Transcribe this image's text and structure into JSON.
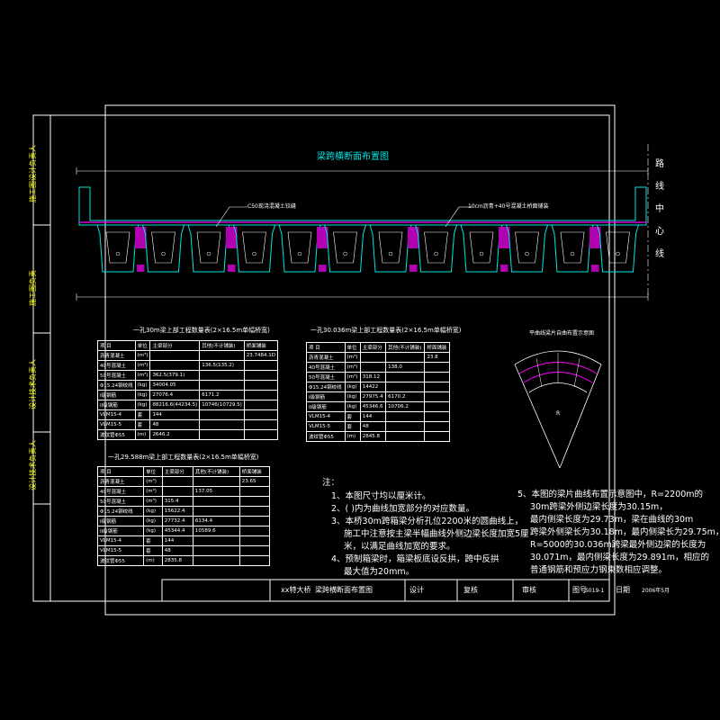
{
  "sheet": {
    "side_labels": [
      "施工图设计负责人",
      "施工图负责",
      "设计技术负责人",
      "设计技术负责人"
    ],
    "center_line_label": [
      "路",
      "线",
      "中",
      "心",
      "线"
    ]
  },
  "diagram": {
    "title": "梁跨横断面布置图",
    "callout_left": "C50现浇混凝土铰缝",
    "callout_right": "10cm沥青+40号混凝土桥面铺装",
    "curve_title": "平曲线梁片自曲布置示意图",
    "curve_radius_label": "R"
  },
  "tables": [
    {
      "title": "一孔30m梁上部工程数量表(2×16.5m单幅桥宽)",
      "header": [
        "项 目",
        "单位",
        "主梁部分",
        "其他(不计铺装)",
        "桥面铺装"
      ],
      "rows": [
        [
          "沥青混凝土",
          "(m³)",
          "",
          "",
          "23.7484.1D"
        ],
        [
          "40号混凝土",
          "(m³)",
          "",
          "136.5(135.2)",
          ""
        ],
        [
          "50号混凝土",
          "(m³)",
          "362.5(379.1)",
          "",
          ""
        ],
        [
          "Φ15.24钢绞线",
          "(kg)",
          "34004.05",
          "",
          ""
        ],
        [
          "I级钢筋",
          "(kg)",
          "27076.4",
          "6171.2",
          ""
        ],
        [
          "II级钢筋",
          "(kg)",
          "88216.6(44234.5)",
          "10746(10729.5)",
          ""
        ],
        [
          "VLM15-4",
          "套",
          "144",
          "",
          ""
        ],
        [
          "VLM15-5",
          "套",
          "48",
          "",
          ""
        ],
        [
          "波纹管Φ55",
          "(m)",
          "2646.2",
          "",
          ""
        ]
      ]
    },
    {
      "title": "一孔29.588m梁上部工程数量表(2×16.5m单幅桥宽)",
      "header": [
        "项 目",
        "单位",
        "主梁部分",
        "其他(不计铺装)",
        "桥面铺装"
      ],
      "rows": [
        [
          "沥青混凝土",
          "(m³)",
          "",
          "",
          "23.65"
        ],
        [
          "40号混凝土",
          "(m³)",
          "",
          "137.05",
          ""
        ],
        [
          "50号混凝土",
          "(m³)",
          "315.4",
          "",
          ""
        ],
        [
          "Φ15.24钢绞线",
          "(kg)",
          "15622.4",
          "",
          ""
        ],
        [
          "I级钢筋",
          "(kg)",
          "27732.4",
          "6134.4",
          ""
        ],
        [
          "II级钢筋",
          "(kg)",
          "45344.4",
          "10589.6",
          ""
        ],
        [
          "VLM15-4",
          "套",
          "144",
          "",
          ""
        ],
        [
          "VLM15-5",
          "套",
          "48",
          "",
          ""
        ],
        [
          "波纹管Φ55",
          "(m)",
          "2835.8",
          "",
          ""
        ]
      ]
    },
    {
      "title": "一孔30.036m梁上部工程数量表(2×16.5m单幅桥宽)",
      "header": [
        "项 目",
        "单位",
        "主梁部分",
        "其他(不计铺装)",
        "桥面铺装"
      ],
      "rows": [
        [
          "沥青混凝土",
          "(m³)",
          "",
          "",
          "23.8"
        ],
        [
          "40号混凝土",
          "(m³)",
          "",
          "138.0",
          ""
        ],
        [
          "50号混凝土",
          "(m³)",
          "318.12",
          "",
          ""
        ],
        [
          "Φ15.24钢绞线",
          "(kg)",
          "14422",
          "",
          ""
        ],
        [
          "I级钢筋",
          "(kg)",
          "27975.4",
          "6170.2",
          ""
        ],
        [
          "II级钢筋",
          "(kg)",
          "45346.6",
          "10706.2",
          ""
        ],
        [
          "VLM15-4",
          "套",
          "144",
          "",
          ""
        ],
        [
          "VLM15-5",
          "套",
          "48",
          "",
          ""
        ],
        [
          "波纹管Φ55",
          "(m)",
          "2845.8",
          "",
          ""
        ]
      ]
    }
  ],
  "notes": {
    "heading": "注：",
    "items": [
      "1、本图尺寸均以厘米计。",
      "2、( )内为曲线加宽部分的对应数量。",
      "3、本桥30m跨箱梁分析孔位2200米的圆曲线上，",
      "施工中注意按主梁半幅曲线外侧边梁长度加宽5厘",
      "米，以满足曲线加宽的要求。",
      "4、预制箱梁时，箱梁板底设反拱，跨中反拱",
      "最大值为20mm。"
    ],
    "items_right": [
      "5、本图的梁片曲线布置示意图中，R=2200m的",
      "30m跨梁外侧边梁长度为30.15m，",
      "最内侧梁长度为29.73m，梁在曲线的30m",
      "跨梁外侧梁长为30.18m，最内侧梁长为29.75m，",
      "R=5000的30.036m跨梁最外侧边梁的长度为",
      "30.071m，最内侧梁长度为29.891m，相应的",
      "普通钢筋和预应力钢束数相应调整。"
    ]
  },
  "titleblock": {
    "project": "xx特大桥",
    "drawing_title": "梁跨横断面布置图",
    "design": "设计",
    "check": "复核",
    "review": "审核",
    "no_label": "图号",
    "no": "S019-1",
    "date_label": "日期",
    "date": "2006年5月"
  }
}
